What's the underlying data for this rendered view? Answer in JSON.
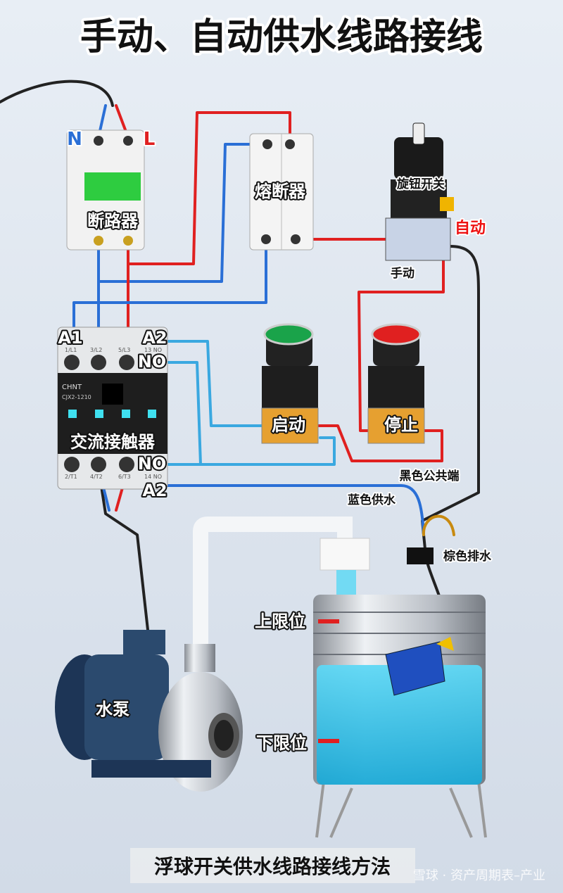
{
  "title": "手动、自动供水线路接线",
  "labels": {
    "n": "N",
    "l": "L",
    "breaker": "断路器",
    "fuse": "熔断器",
    "rotary_switch": "旋钮开关",
    "auto": "自动",
    "manual": "手动",
    "a1": "A1",
    "a2_top": "A2",
    "no_top": "NO",
    "no_bottom": "NO",
    "a2_bottom": "A2",
    "contactor_brand": "CHNT",
    "contactor_model": "CJX2-1210",
    "contactor": "交流接触器",
    "start": "启动",
    "stop": "停止",
    "black_common": "黑色公共端",
    "blue_supply": "蓝色供水",
    "brown_drain": "棕色排水",
    "pump": "水泵",
    "upper_limit": "上限位",
    "lower_limit": "下限位",
    "terminals_top": [
      "1/L1",
      "3/L2",
      "5/L3",
      "13 NO"
    ],
    "terminals_bottom": [
      "2/T1",
      "4/T2",
      "6/T3",
      "14 NO"
    ]
  },
  "caption": "浮球开关供水线路接线方法",
  "watermark": "雪球 · 资产周期表–产业",
  "colors": {
    "live": "#e02020",
    "neutral": "#2a6fd6",
    "control": "#3aa8e0",
    "water": "#2ec4e8",
    "green_button": "#1aa34a",
    "red_button": "#e02020"
  }
}
